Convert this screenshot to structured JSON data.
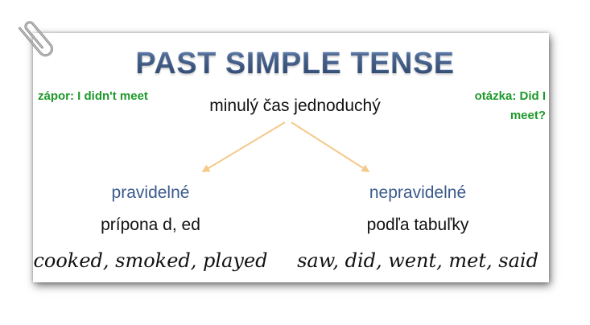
{
  "title": "PAST SIMPLE TENSE",
  "subtitle": "minulý čas jednoduchý",
  "negative_note": "zápor: I didn't meet",
  "question_note": "otázka: Did I meet?",
  "branches": [
    {
      "category": "pravidelné",
      "rule": "prípona d, ed",
      "examples": "cooked, smoked, played"
    },
    {
      "category": "nepravidelné",
      "rule": "podľa tabuľky",
      "examples": "saw, did, went, met, said"
    }
  ],
  "colors": {
    "title": "#3b5a88",
    "notes": "#1e9a2a",
    "category": "#3a5a8c",
    "arrow": "#f4c98a"
  },
  "icons": [
    "paperclip-icon"
  ]
}
